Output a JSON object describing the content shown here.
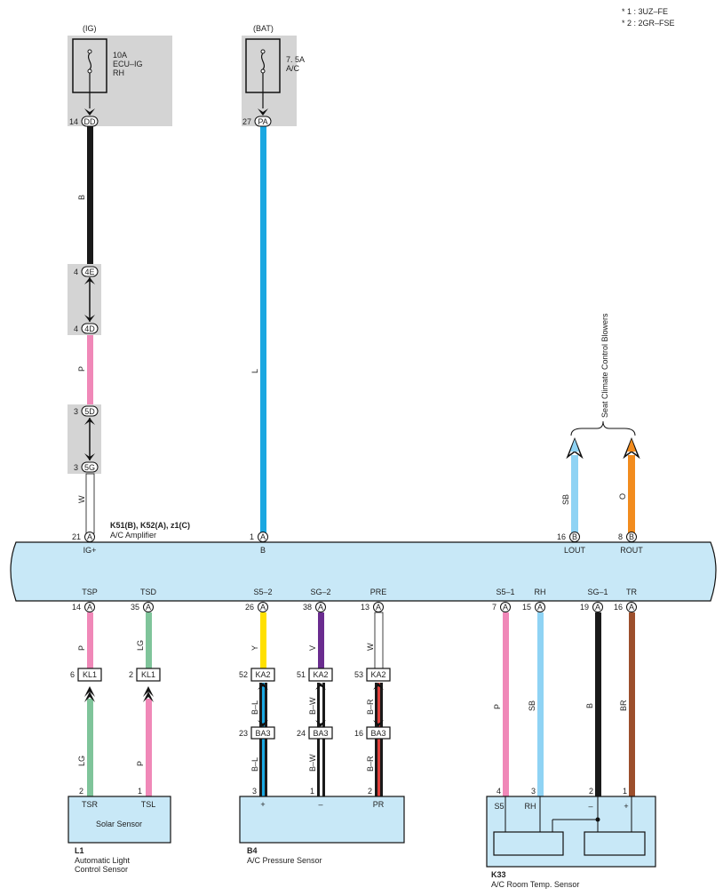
{
  "notes": [
    "* 1 : 3UZ–FE",
    "* 2 : 2GR–FSE"
  ],
  "fuses": [
    {
      "source": "(IG)",
      "rating": "10A",
      "name_line1": "ECU–IG",
      "name_line2": "RH"
    },
    {
      "source": "(BAT)",
      "rating": "7. 5A",
      "name_line1": "A/C",
      "name_line2": ""
    }
  ],
  "upper_connectors": [
    {
      "pin": "14",
      "id": "DD"
    },
    {
      "pin": "27",
      "id": "PA"
    },
    {
      "pin": "4",
      "id": "4E"
    },
    {
      "pin": "4",
      "id": "4D"
    },
    {
      "pin": "3",
      "id": "5D"
    },
    {
      "pin": "3",
      "id": "5G"
    }
  ],
  "upper_wires": [
    {
      "color_code": "B",
      "hex": "#1a1a1a"
    },
    {
      "color_code": "L",
      "hex": "#1aa7e1"
    },
    {
      "color_code": "P",
      "hex": "#f088b8"
    },
    {
      "color_code": "W",
      "hex": "#ffffff"
    },
    {
      "color_code": "SB",
      "hex": "#8fd3f4"
    },
    {
      "color_code": "O",
      "hex": "#f28c1e"
    }
  ],
  "blowers_label": "Seat Climate Control Blowers",
  "amplifier": {
    "codes": "K51(B), K52(A), z1(C)",
    "name": "A/C Amplifier",
    "fill": "#c8e8f7",
    "top_pins": [
      {
        "pin": "21",
        "conn": "A",
        "label": "IG+"
      },
      {
        "pin": "1",
        "conn": "A",
        "label": "B"
      },
      {
        "pin": "16",
        "conn": "B",
        "label": "LOUT"
      },
      {
        "pin": "8",
        "conn": "B",
        "label": "ROUT"
      }
    ],
    "bottom_pins": [
      {
        "pin": "14",
        "conn": "A",
        "label": "TSP"
      },
      {
        "pin": "35",
        "conn": "A",
        "label": "TSD"
      },
      {
        "pin": "26",
        "conn": "A",
        "label": "S5–2"
      },
      {
        "pin": "38",
        "conn": "A",
        "label": "SG–2"
      },
      {
        "pin": "13",
        "conn": "A",
        "label": "PRE"
      },
      {
        "pin": "7",
        "conn": "A",
        "label": "S5–1"
      },
      {
        "pin": "15",
        "conn": "A",
        "label": "RH"
      },
      {
        "pin": "19",
        "conn": "A",
        "label": "SG–1"
      },
      {
        "pin": "16",
        "conn": "A",
        "label": "TR"
      }
    ]
  },
  "lower_wires": [
    {
      "upper_code": "P",
      "upper_hex": "#f088b8",
      "lower_code": "LG",
      "lower_hex": "#7fc49a"
    },
    {
      "upper_code": "LG",
      "upper_hex": "#7fc49a",
      "lower_code": "P",
      "lower_hex": "#f088b8"
    },
    {
      "upper_code": "Y",
      "upper_hex": "#ffe000",
      "mid_code": "B–L",
      "lower_code": "B–L",
      "stripe_hex": "#1aa7e1"
    },
    {
      "upper_code": "V",
      "upper_hex": "#6a2c8f",
      "mid_code": "B–W",
      "lower_code": "B–W",
      "stripe_hex": "#ffffff"
    },
    {
      "upper_code": "W",
      "upper_hex": "#ffffff",
      "mid_code": "B–R",
      "lower_code": "B–R",
      "stripe_hex": "#e0413c"
    },
    {
      "upper_code": "P",
      "upper_hex": "#f088b8"
    },
    {
      "upper_code": "SB",
      "upper_hex": "#8fd3f4"
    },
    {
      "upper_code": "B",
      "upper_hex": "#1a1a1a"
    },
    {
      "upper_code": "BR",
      "upper_hex": "#9c4f2c"
    }
  ],
  "inline_connectors": [
    {
      "pin": "6",
      "id": "KL1"
    },
    {
      "pin": "2",
      "id": "KL1"
    },
    {
      "pin": "52",
      "id": "KA2"
    },
    {
      "pin": "51",
      "id": "KA2"
    },
    {
      "pin": "53",
      "id": "KA2"
    },
    {
      "pin": "23",
      "id": "BA3"
    },
    {
      "pin": "24",
      "id": "BA3"
    },
    {
      "pin": "16",
      "id": "BA3"
    }
  ],
  "components": [
    {
      "code": "L1",
      "name_line1": "Automatic Light",
      "name_line2": "Control Sensor",
      "body": "Solar Sensor",
      "pins": [
        {
          "pin": "2",
          "label": "TSR"
        },
        {
          "pin": "1",
          "label": "TSL"
        }
      ]
    },
    {
      "code": "B4",
      "name_line1": "A/C Pressure Sensor",
      "pins": [
        {
          "pin": "3",
          "label": "+"
        },
        {
          "pin": "1",
          "label": "–"
        },
        {
          "pin": "2",
          "label": "PR"
        }
      ]
    },
    {
      "code": "K33",
      "name_line1": "A/C Room Temp.  Sensor",
      "pins": [
        {
          "pin": "4",
          "label": "S5"
        },
        {
          "pin": "3",
          "label": "RH"
        },
        {
          "pin": "2",
          "label": "–"
        },
        {
          "pin": "1",
          "label": "+"
        }
      ]
    }
  ]
}
